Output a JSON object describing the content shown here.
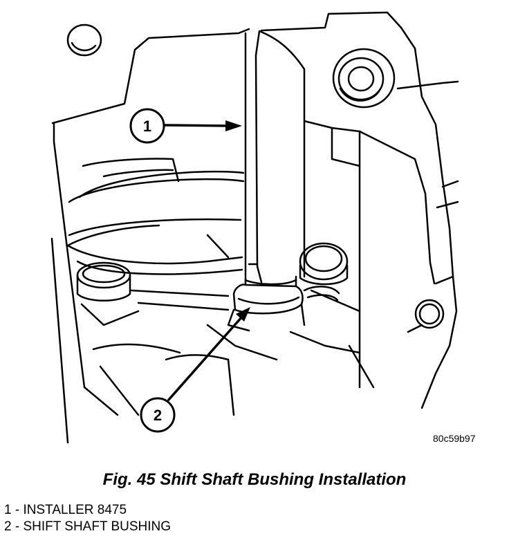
{
  "figure": {
    "callouts": [
      {
        "number": "1"
      },
      {
        "number": "2"
      }
    ],
    "code": "80c59b97"
  },
  "caption": "Fig. 45 Shift Shaft Bushing Installation",
  "legend": [
    "1 - INSTALLER 8475",
    "2 - SHIFT SHAFT BUSHING"
  ]
}
